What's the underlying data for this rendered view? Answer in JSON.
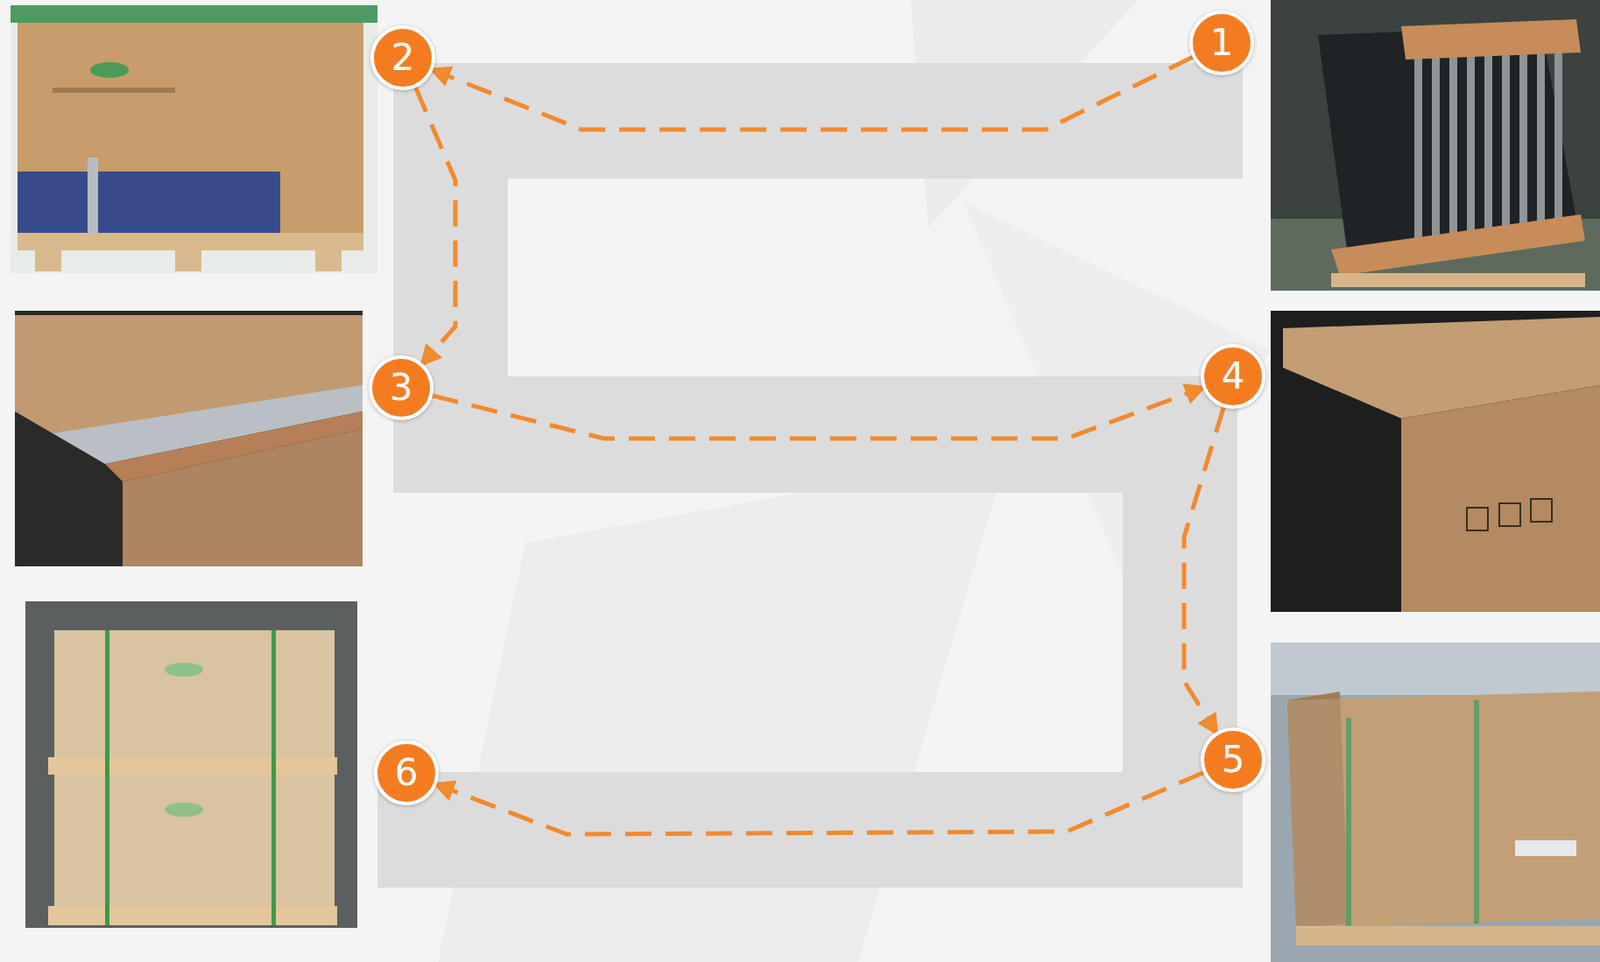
{
  "diagram": {
    "nodes": [
      {
        "text": [
          "1"
        ]
      },
      {
        "text": [
          "2"
        ]
      },
      {
        "text": [
          "3"
        ]
      },
      {
        "text": [
          "4"
        ]
      },
      {
        "text": [
          "5"
        ]
      },
      {
        "text": [
          "6"
        ]
      }
    ],
    "edges": [
      {
        "from": 0,
        "to": 1,
        "arrow": "to"
      },
      {
        "from": 1,
        "to": 2,
        "arrow": "to"
      },
      {
        "from": 2,
        "to": 3,
        "arrow": "to"
      },
      {
        "from": 3,
        "to": 4,
        "arrow": "to"
      },
      {
        "from": 4,
        "to": 5,
        "arrow": "to"
      }
    ]
  }
}
